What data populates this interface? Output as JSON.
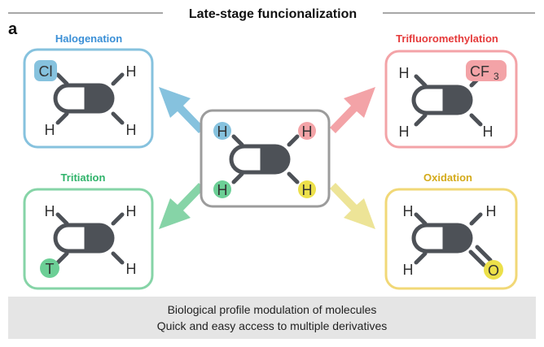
{
  "panel_letter": "a",
  "title": "Late-stage funcionalization",
  "center": {
    "atoms": [
      "H",
      "H",
      "H",
      "H"
    ]
  },
  "boxes": {
    "halogenation": {
      "label": "Halogenation",
      "atoms": [
        "Cl",
        "H",
        "H",
        "H"
      ],
      "color": "#3a8fd6"
    },
    "trifluoro": {
      "label": "Trifluoromethylation",
      "atoms": [
        "CF",
        "3",
        "H",
        "H",
        "H"
      ],
      "color": "#e53a3a"
    },
    "tritiation": {
      "label": "Tritiation",
      "atoms": [
        "H",
        "H",
        "T",
        "H"
      ],
      "color": "#2fb36a"
    },
    "oxidation": {
      "label": "Oxidation",
      "atoms": [
        "H",
        "H",
        "H",
        "O"
      ],
      "color": "#d4aa1a"
    }
  },
  "footer": {
    "line1": "Biological profile modulation of molecules",
    "line2": "Quick and easy access to multiple derivatives"
  }
}
